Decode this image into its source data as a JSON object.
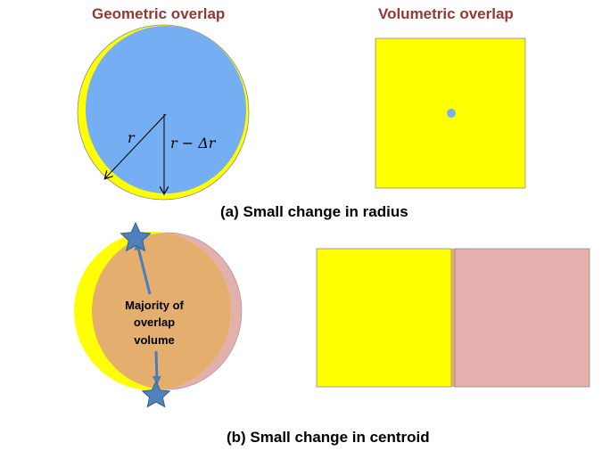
{
  "titles": {
    "geometric": "Geometric overlap",
    "volumetric": "Volumetric overlap"
  },
  "captions": {
    "a": "(a) Small change in radius",
    "b": "(b) Small change in centroid"
  },
  "labels": {
    "r": "r",
    "r_minus_dr": "r − Δr",
    "majority_line1": "Majority of",
    "majority_line2": "overlap",
    "majority_line3": "volume"
  },
  "colors": {
    "yellow": "#ffff00",
    "blue": "#75aef2",
    "orange_overlap": "#e3ae6e",
    "pink": "#e3b0ae",
    "title_red": "#953735",
    "star_blue": "#4f81bd",
    "arrow_blue": "#4a7ebb"
  }
}
